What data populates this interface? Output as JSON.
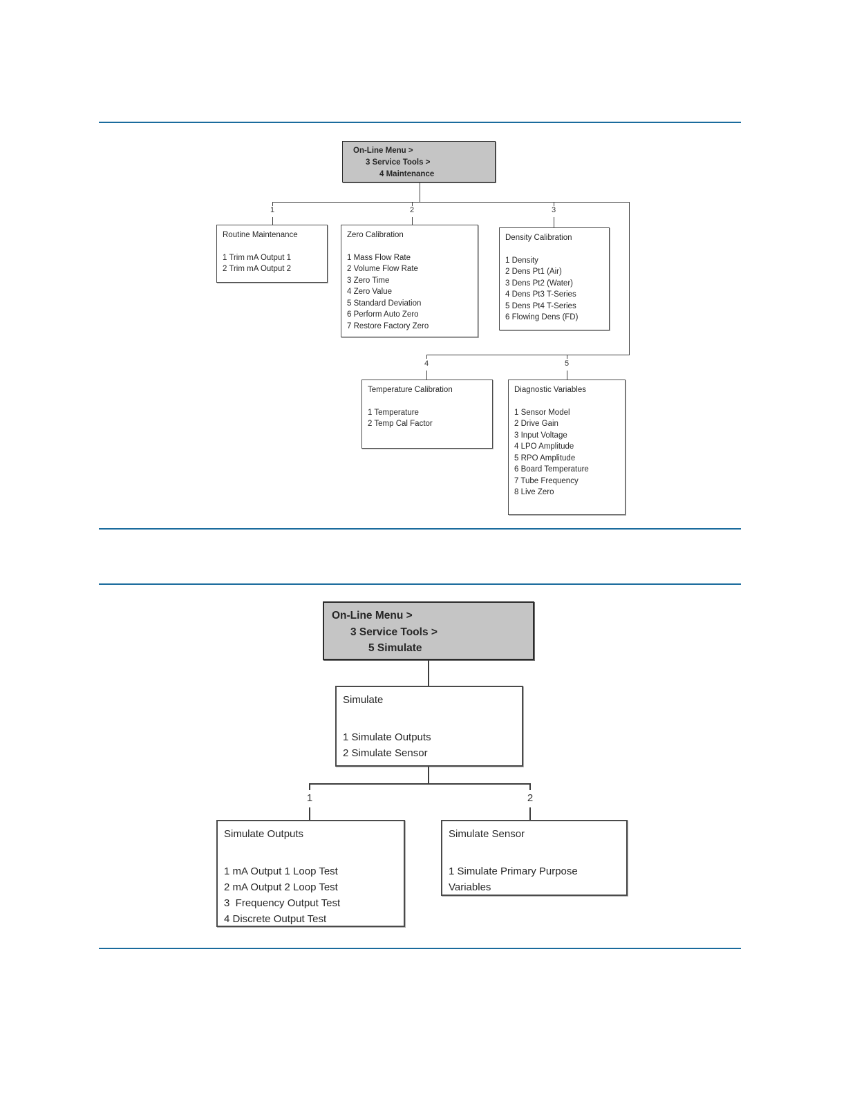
{
  "palette": {
    "section_rule_blue": "#1a6b9d",
    "menu_header_fill": "#c5c5c5",
    "connector_gray": "#3c3c3c"
  },
  "figure1": {
    "header_lines": [
      "On-Line Menu >",
      "3 Service Tools >",
      "4 Maintenance"
    ],
    "branches": [
      {
        "number": "1",
        "title": "Routine Maintenance",
        "items": [
          "1 Trim mA Output 1",
          "2 Trim mA Output 2"
        ]
      },
      {
        "number": "2",
        "title": "Zero Calibration",
        "items": [
          "1 Mass Flow Rate",
          "2 Volume Flow Rate",
          "3 Zero Time",
          "4 Zero Value",
          "5 Standard Deviation",
          "6 Perform Auto Zero",
          "7 Restore Factory Zero"
        ]
      },
      {
        "number": "3",
        "title": "Density Calibration",
        "items": [
          "1 Density",
          "2 Dens Pt1 (Air)",
          "3 Dens Pt2 (Water)",
          "4 Dens Pt3 T-Series",
          "5 Dens Pt4 T-Series",
          "6 Flowing Dens (FD)"
        ]
      },
      {
        "number": "4",
        "title": "Temperature Calibration",
        "items": [
          "1 Temperature",
          "2 Temp Cal Factor"
        ]
      },
      {
        "number": "5",
        "title": "Diagnostic Variables",
        "items": [
          "1 Sensor Model",
          "2 Drive Gain",
          "3 Input Voltage",
          "4 LPO Amplitude",
          "5 RPO Amplitude",
          "6 Board Temperature",
          "7 Tube Frequency",
          "8 Live Zero"
        ]
      }
    ]
  },
  "figure2": {
    "header_lines": [
      "On-Line Menu >",
      "3 Service Tools >",
      "5 Simulate"
    ],
    "root": {
      "title": "Simulate",
      "items": [
        "1 Simulate Outputs",
        "2 Simulate Sensor"
      ]
    },
    "branches": [
      {
        "number": "1",
        "title": "Simulate Outputs",
        "items": [
          "1 mA Output 1 Loop Test",
          "2 mA Output 2 Loop Test",
          "3  Frequency Output Test",
          "4 Discrete Output Test"
        ]
      },
      {
        "number": "2",
        "title": "Simulate Sensor",
        "items": [
          "1 Simulate Primary Purpose Variables"
        ]
      }
    ]
  }
}
